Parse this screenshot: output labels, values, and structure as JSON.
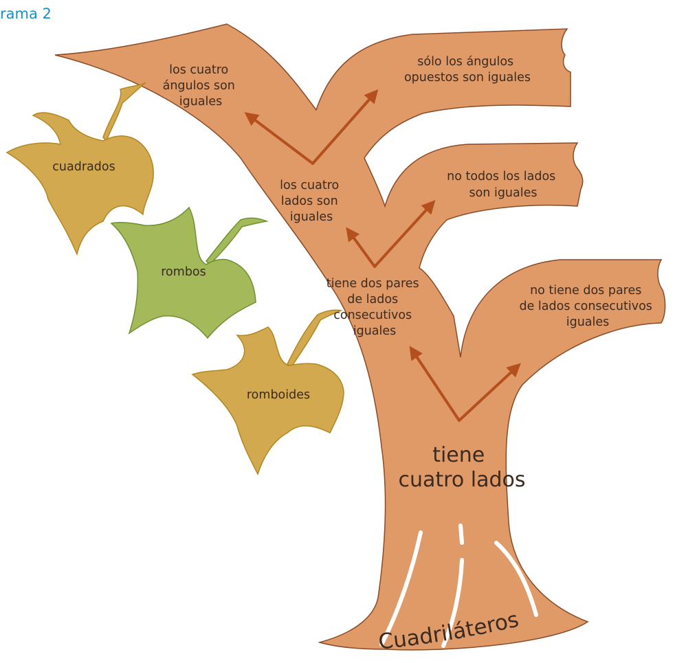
{
  "heading": "rama 2",
  "colors": {
    "trunk": "#e09a68",
    "trunk_outline": "#8a4a26",
    "arrow": "#b4501e",
    "leaf_yellow": "#d2a94e",
    "leaf_yellow_outline": "#b38620",
    "leaf_green": "#a4b95a",
    "leaf_green_outline": "#6e9030",
    "heading": "#1a8fc4",
    "vein": "#ffffff"
  },
  "tree": {
    "root": "Cuadriláteros",
    "trunk": [
      "tiene",
      "cuatro lados"
    ],
    "branches": [
      {
        "lines": [
          "no tiene dos pares",
          "de lados consecutivos",
          "iguales"
        ]
      },
      {
        "lines": [
          "tiene dos pares",
          "de lados",
          "consecutivos",
          "iguales"
        ]
      },
      {
        "lines": [
          "no todos los lados",
          "son iguales"
        ]
      },
      {
        "lines": [
          "los cuatro",
          "lados son",
          "iguales"
        ]
      },
      {
        "lines": [
          "sólo los ángulos",
          "opuestos son iguales"
        ]
      },
      {
        "lines": [
          "los cuatro",
          "ángulos son",
          "iguales"
        ]
      }
    ]
  },
  "leaves": [
    {
      "label": "cuadrados",
      "color": "yellow"
    },
    {
      "label": "rombos",
      "color": "green"
    },
    {
      "label": "romboides",
      "color": "yellow"
    }
  ]
}
